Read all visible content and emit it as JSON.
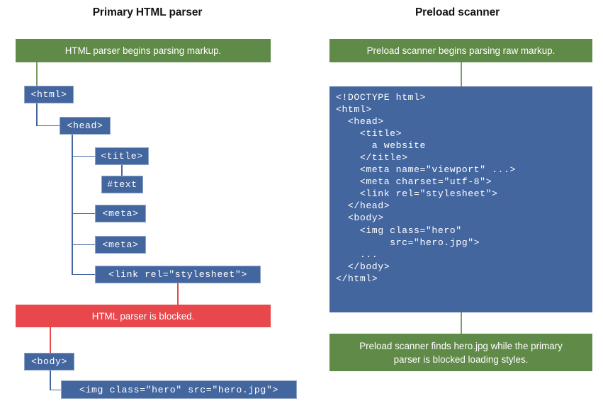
{
  "left_panel": {
    "title": "Primary HTML parser",
    "start_banner": "HTML parser begins parsing markup.",
    "blocked_banner": "HTML parser is blocked.",
    "nodes": [
      {
        "label": "<html>"
      },
      {
        "label": "<head>"
      },
      {
        "label": "<title>"
      },
      {
        "label": "#text"
      },
      {
        "label": "<meta>"
      },
      {
        "label": "<meta>"
      },
      {
        "label": "<link rel=\"stylesheet\">"
      },
      {
        "label": "<body>"
      },
      {
        "label": "<img class=\"hero\" src=\"hero.jpg\">"
      }
    ]
  },
  "right_panel": {
    "title": "Preload scanner",
    "start_banner": "Preload scanner begins parsing raw markup.",
    "result_banner": "Preload scanner finds hero.jpg while the primary parser is blocked loading styles.",
    "code": "<!DOCTYPE html>\n<html>\n  <head>\n    <title>\n      a website\n    </title>\n    <meta name=\"viewport\" ...>\n    <meta charset=\"utf-8\">\n    <link rel=\"stylesheet\">\n  </head>\n  <body>\n    <img class=\"hero\"\n         src=\"hero.jpg\">\n    ...\n  </body>\n</html>"
  },
  "colors": {
    "green": "#5f8a47",
    "red": "#e8474b",
    "blue": "#44669f",
    "node_border": "#8ea3c6",
    "background": "#ffffff",
    "title_text": "#131313"
  }
}
